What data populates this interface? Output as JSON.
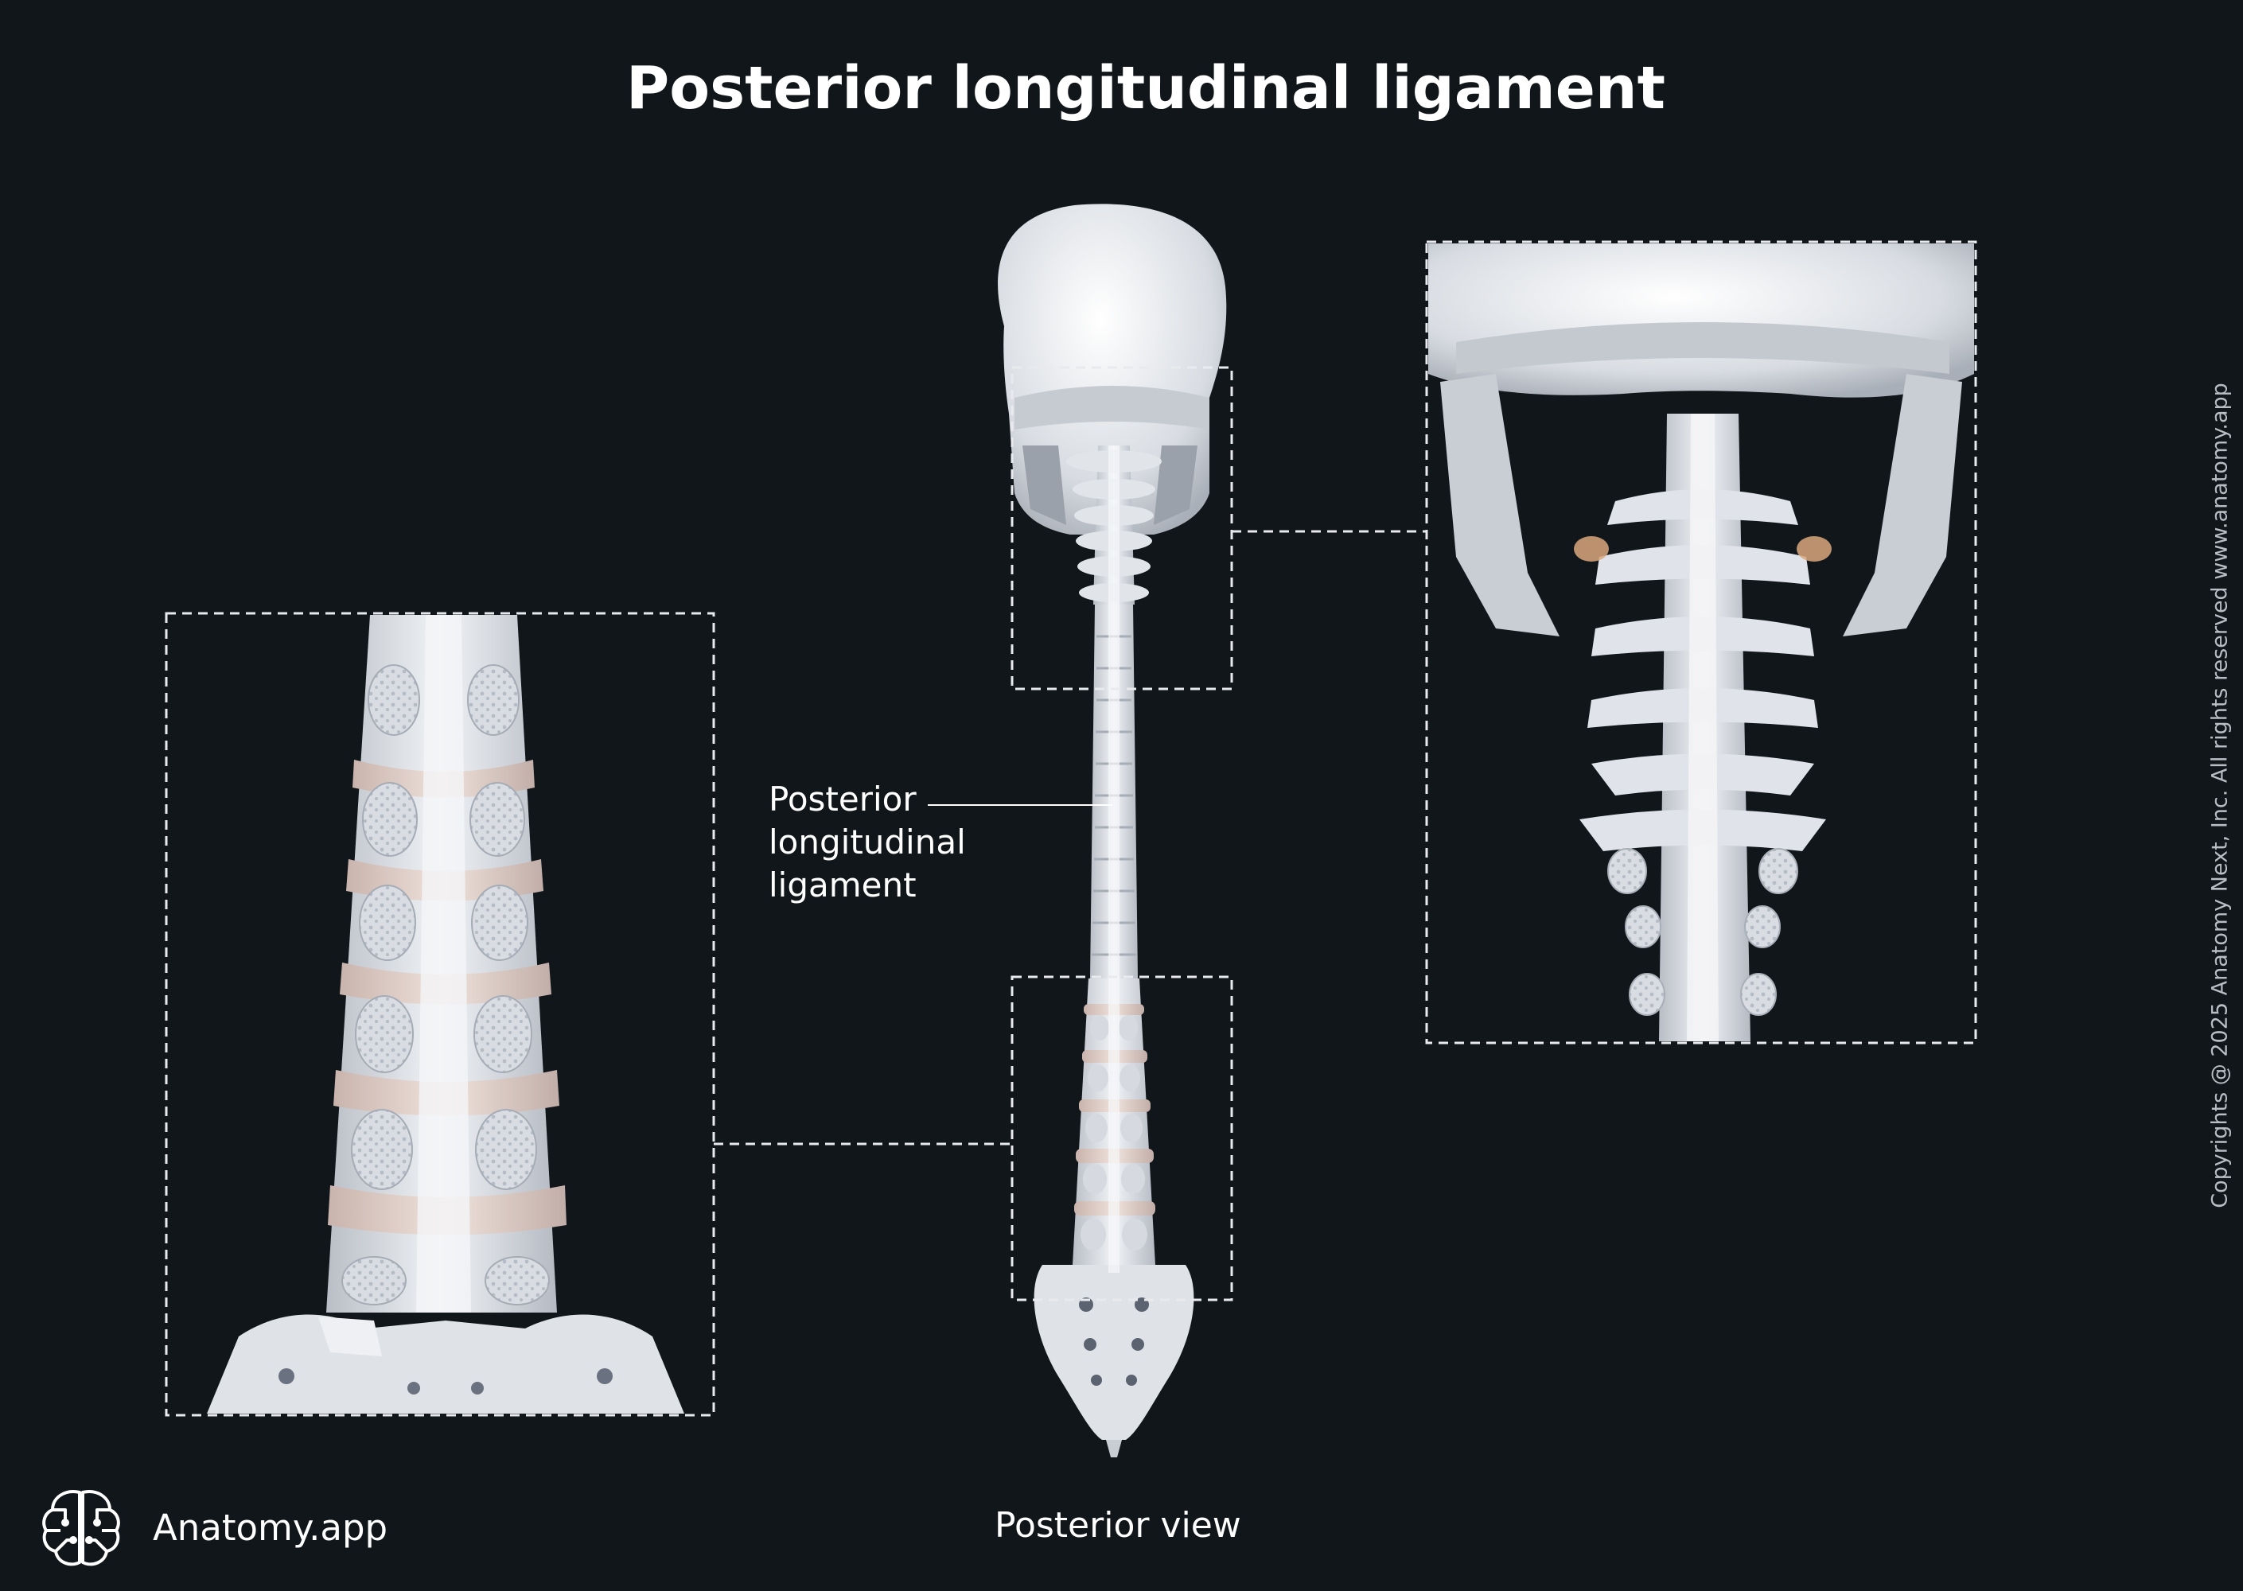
{
  "title": "Posterior longitudinal ligament",
  "label": {
    "line1": "Posterior",
    "line2": "longitudinal",
    "line3": "ligament"
  },
  "view_caption": "Posterior view",
  "brand": {
    "name": "Anatomy.app",
    "logo_icon": "brain-icon"
  },
  "copyright": "Copyrights @ 2025 Anatomy Next, Inc. All rights reserved www.anatomy.app",
  "colors": {
    "background": "#11161b",
    "bone": "#e6e9ee",
    "disc": "#e3d2cc",
    "text": "#ffffff"
  }
}
